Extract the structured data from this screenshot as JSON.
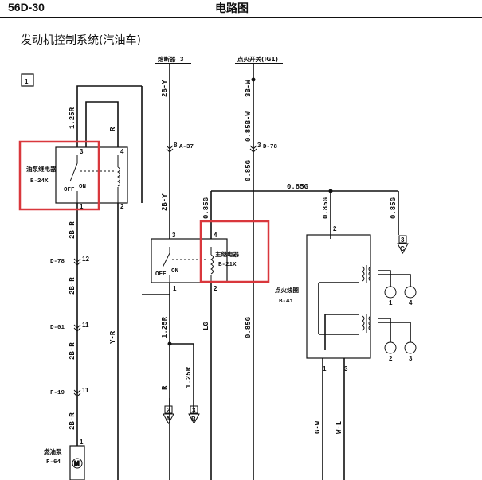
{
  "header": {
    "code": "56D-30",
    "title": "电路图"
  },
  "subtitle": "发动机控制系统(汽油车)",
  "section_number": "1",
  "top_labels": {
    "fusible": "熔断器",
    "fusible_num": "3",
    "ignition": "点火开关(IG1)"
  },
  "components": {
    "fuel_relay": {
      "name": "油泵继电器",
      "code": "B-24X",
      "off": "OFF",
      "on": "ON",
      "pin_top_left": "3",
      "pin_top_right": "4",
      "pin_bot_left": "1",
      "pin_bot_right": "2"
    },
    "main_relay": {
      "name": "主继电器",
      "code": "B-21X",
      "off": "OFF",
      "on": "ON",
      "pin_top_left": "3",
      "pin_top_right": "4",
      "pin_bot_left": "1",
      "pin_bot_right": "2"
    },
    "ign_coil": {
      "name": "点火线圈",
      "code": "B-41",
      "pin_top": "2",
      "pin_bot_left": "1",
      "pin_bot_right": "3",
      "outputs": [
        "1",
        "4",
        "2",
        "3"
      ]
    },
    "fuel_pump": {
      "name": "燃油泵",
      "code": "F-64",
      "pin": "1"
    }
  },
  "wires": {
    "w_125r_top": "1.25R",
    "w_r": "R",
    "w_2br": "2B-R",
    "w_2br_2": "2B-R",
    "w_2br_3": "2B-R",
    "w_2br_4": "2B-R",
    "w_yr": "Y-R",
    "w_2by_top": "2B-Y",
    "w_2by_mid": "2B-Y",
    "w_3bw": "3B-W",
    "w_085bw": "0.85B-W",
    "w_085g_a": "0.85G",
    "w_085g_h": "0.85G",
    "w_085g_b": "0.85G",
    "w_085g_c": "0.85G",
    "w_085g_d": "0.85G",
    "w_085g_e": "0.85G",
    "w_125r_mid": "1.25R",
    "w_lg": "LG",
    "w_r_low": "R",
    "w_125r_low": "1.25R",
    "w_gw": "G-W",
    "w_wl": "W-L"
  },
  "connectors": {
    "a37": "A-37",
    "a37_pin": "8",
    "d78_right": "D-78",
    "d78_right_pin": "3",
    "d78_left": "D-78",
    "d78_left_pin": "12",
    "d01": "D-01",
    "d01_pin": "11",
    "f19": "F-19",
    "f19_pin": "11"
  },
  "refs": {
    "ref_c": "C",
    "ref_c_num": "3",
    "ref_a": "A",
    "ref_a_num": "2",
    "ref_b": "B",
    "ref_b_num": "3"
  },
  "colors": {
    "wire": "#111111",
    "highlight": "#d9373c"
  }
}
